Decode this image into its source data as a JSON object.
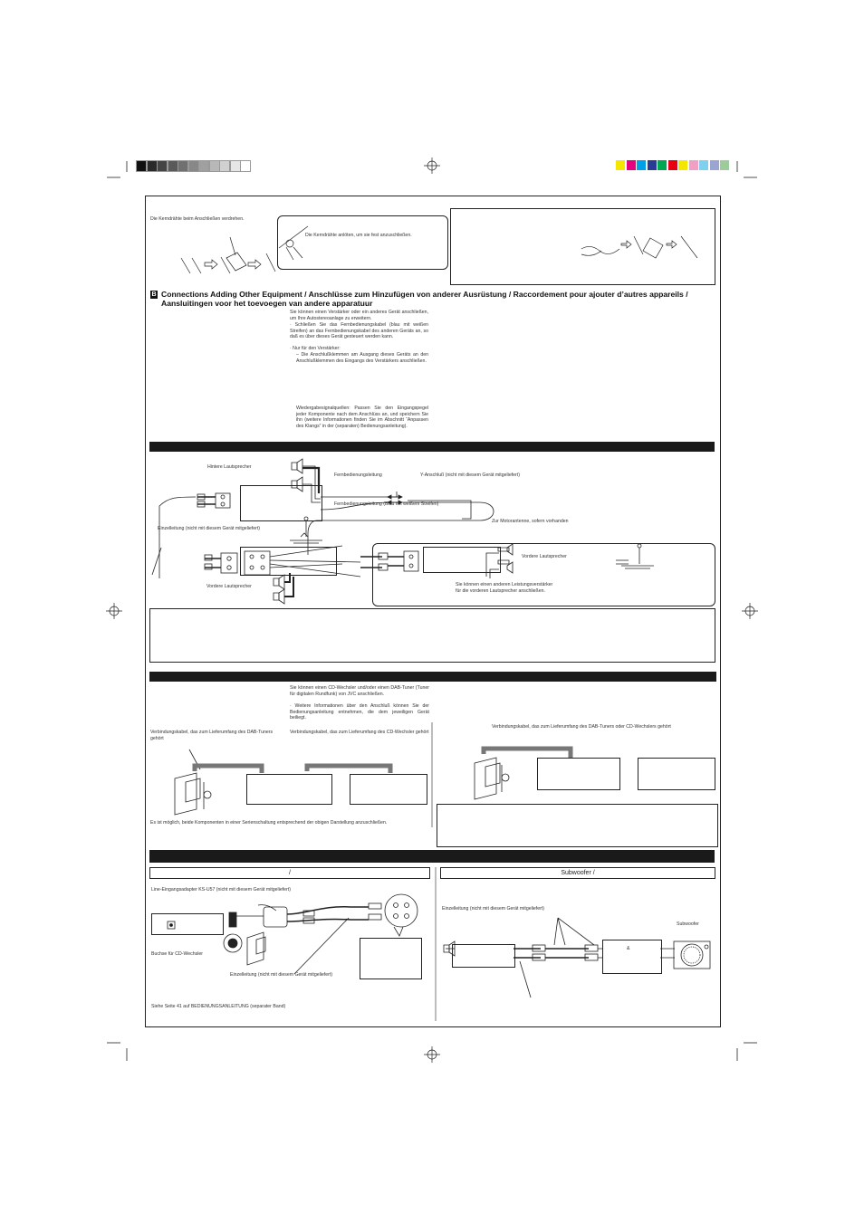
{
  "section_b": {
    "badge": "B",
    "heading_line1": "Connections Adding Other Equipment / Anschlüsse zum Hinzufügen von anderer Ausrüstung / Raccordement pour ajouter d’autres appareils /",
    "heading_line2": "Aansluitingen voor het toevoegen van andere apparatuur"
  },
  "soldering": {
    "twist_caption": "Die Kerndrähte beim Anschließen verdrehen.",
    "solder_caption": "Die Kerndrähte anlöten, um sie fest anzuschließen."
  },
  "intro": {
    "p1": "Sie können einen Verstärker oder ein anderes Gerät anschließen, um Ihre Autostereoanlage zu erweitern.",
    "b1": "· Schließen Sie das Fernbedienungskabel (blau mit weißen Streifen) an das Fernbedienungskabel des anderen Geräts an, so daß es über dieses Gerät gesteuert werden kann.",
    "b2": "· Nur für den Verstärker:",
    "b3": "– Die Anschlußklemmen am Ausgang dieses Geräts an den Anschlußklemmen des Eingangs des Verstärkers anschließen.",
    "p2": "Wiedergabesignalquellen: Passen Sie den Eingangspegel jeder Komponente nach dem Anschlüss an, und speichern Sie ihn (weitere Informationen finden Sie im Abschnitt “Anpassen des Klangs” in der (separaten) Bedienungsanleitung)."
  },
  "amp_diagram": {
    "rear_speakers": "Hintere Lautsprecher",
    "remote_lead": "Fernbedienungsleitung",
    "y_connector": "Y-Anschluß (nicht mit diesem Gerät mitgeliefert)",
    "remote_lead_blue": "Fernbedienungsleitung (Blau mit weißem Streifen)",
    "to_power_antenna": "Zur Motorantenne, sofern vorhanden",
    "signal_cord": "Einzelleitung (nicht mit diesem Gerät mitgeliefert)",
    "front_speakers_left": "Vordere Lautsprecher",
    "front_speakers_right": "Vordere Lautsprecher",
    "other_amp_note": "Sie können einen anderen Leistungsverstärker für die vorderen Lautsprecher anschließen."
  },
  "cd_section": {
    "p1": "Sie können einen CD-Wechsler und/oder einen DAB-Tuner (Tuner für digitalen Rundfunk) von JVC anschließen.",
    "p2": "· Weitere Informationen über den Anschluß können Sie der Bedienungsanleitung entnehmen, die dem jeweiligen Gerät beiliegt.",
    "dab_cable": "Verbindungskabel, das zum Lieferumfang des DAB-Tuners gehört",
    "cd_cable": "Verbindungskabel, das zum Lieferumfang des CD-Wechsler gehört",
    "either_cable": "Verbindungskabel, das zum Lieferumfang des DAB-Tuners oder CD-Wechslers gehört",
    "series_note": "Es ist möglich, beide Komponenten in einer Serienschaltung entsprechend der obigen Darstellung anzuschließen."
  },
  "bottom": {
    "left_tab": "/",
    "right_tab": "Subwoofer /",
    "line_adapter": "Line-Eingangsadapter KS-U57 (nicht mit diesem Gerät mitgeliefert)",
    "cd_jack": "Buchse für CD-Wechsler",
    "signal_cord_left": "Einzelleitung (nicht mit diesem Gerät mitgeliefert)",
    "see_page": "Siehe Seite 41 auf BEDIENUNGSANLEITUNG (separater Band)",
    "signal_cord_right": "Einzelleitung (nicht mit diesem Gerät mitgeliefert)",
    "subwoofer": "Subwoofer",
    "amp_symbol": "&"
  },
  "registration": {
    "gray_steps": [
      "#111111",
      "#2a2a2a",
      "#444444",
      "#5a5a5a",
      "#707070",
      "#888888",
      "#a0a0a0",
      "#b8b8b8",
      "#d0d0d0",
      "#e6e6e6",
      "#ffffff"
    ],
    "color_steps": [
      "#f5e600",
      "#e6007e",
      "#00a0e9",
      "#2a3b96",
      "#00a651",
      "#e60012",
      "#f5e600",
      "#f29fc5",
      "#7fcfef",
      "#9aa5d2",
      "#9ccc9c"
    ]
  }
}
